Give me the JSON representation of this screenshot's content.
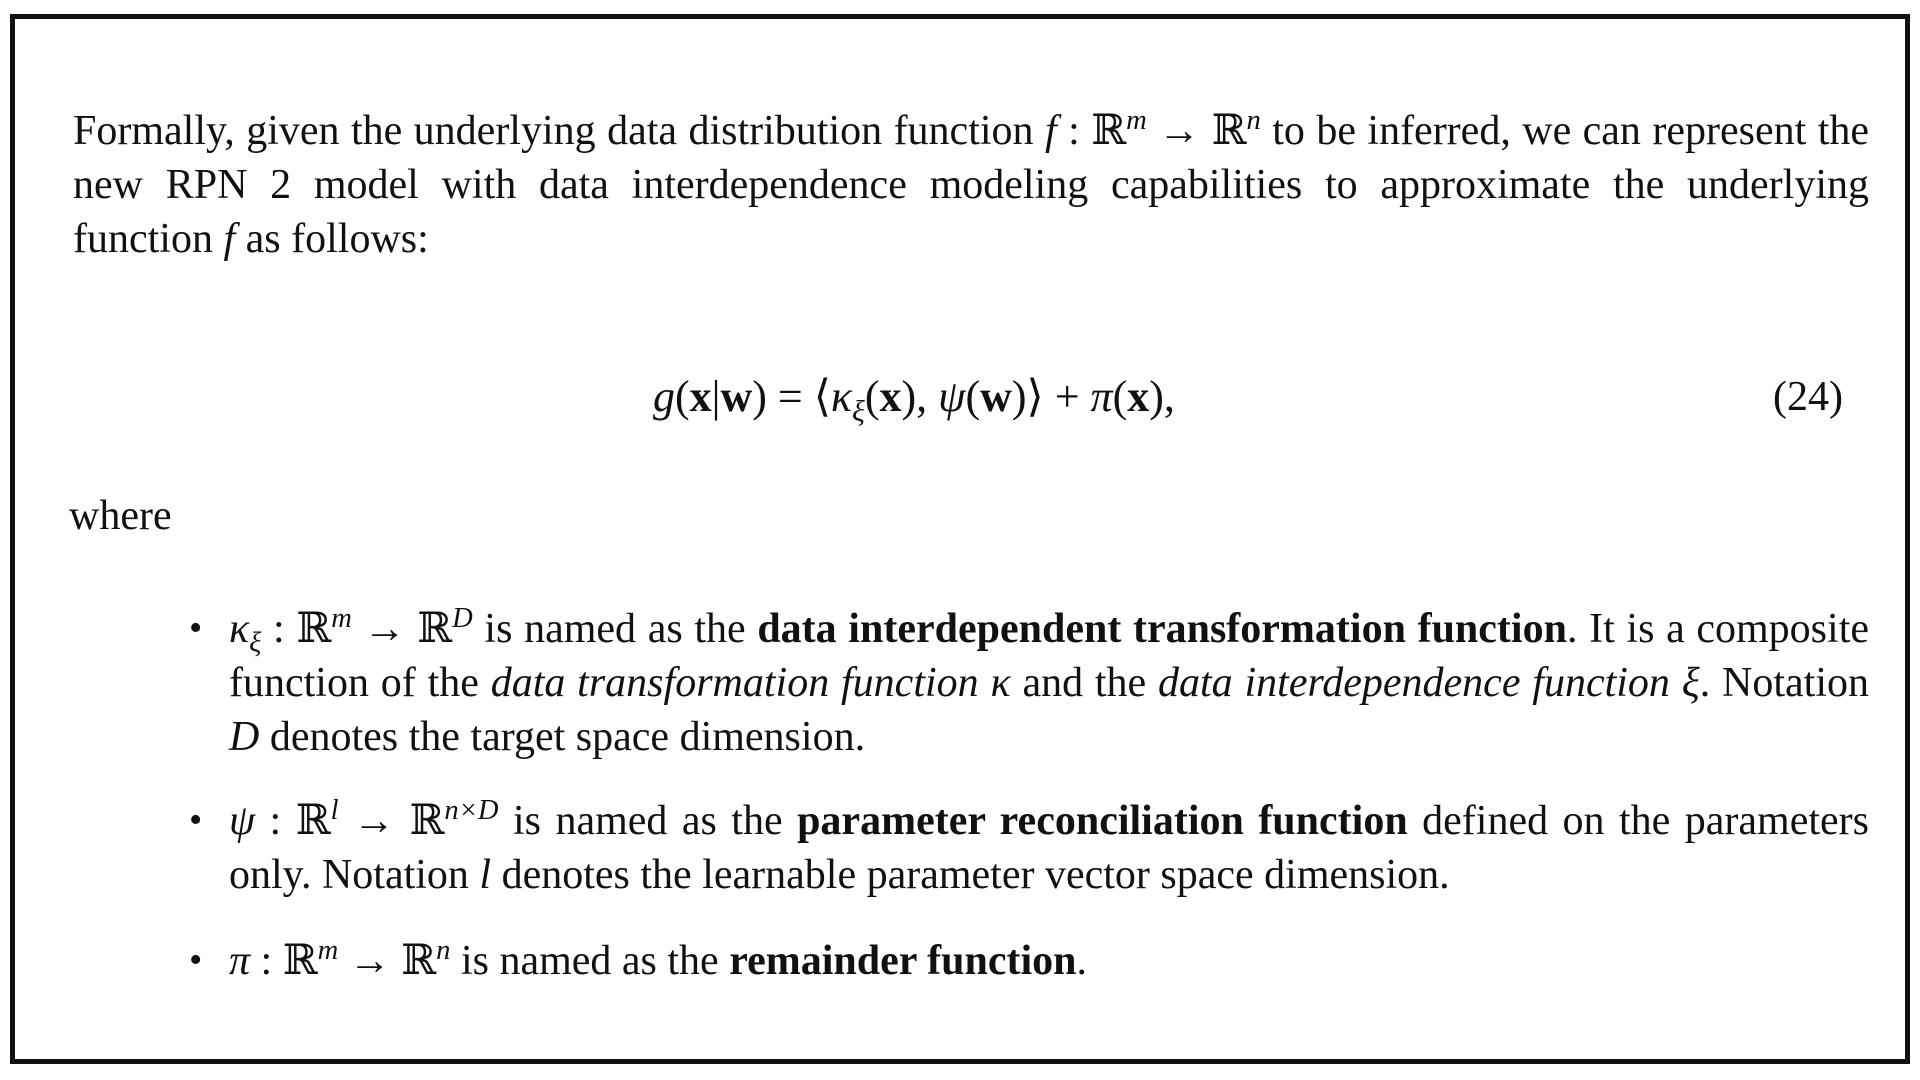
{
  "paragraph": {
    "text_1": "Formally, given the underlying data distribution function ",
    "math_f": "f",
    "math_colon": " : ",
    "math_Rm_base": "ℝ",
    "math_Rm_exp": "m",
    "math_arrow": " → ",
    "math_Rn_base": "ℝ",
    "math_Rn_exp": "n",
    "text_2": " to be inferred, we can represent the new RPN 2 model with data interdependence modeling capabilities to approximate the underlying function ",
    "math_f2": "f",
    "text_3": " as follows:"
  },
  "equation": {
    "g": "g",
    "open_paren": "(",
    "x": "x",
    "bar": "|",
    "w": "w",
    "close_eq": ") = ⟨",
    "kappa": "κ",
    "xi_sub": "ξ",
    "open2": "(",
    "x2": "x",
    "close2": "), ",
    "psi": "ψ",
    "open3": "(",
    "w2": "w",
    "close3": ")⟩ + ",
    "pi": "π",
    "open4": "(",
    "x3": "x",
    "close4": "),",
    "number": "(24)"
  },
  "where_label": "where",
  "bullets": [
    {
      "marker": "•",
      "sym": "κ",
      "sym_sub": "ξ",
      "colon": " : ",
      "dom": "ℝ",
      "dom_exp": "m",
      "arrow": " → ",
      "cod": "ℝ",
      "cod_exp": "D",
      "text_a": " is named as the ",
      "bold": "data interdependent transformation function",
      "text_b": ". It is a composite function of the ",
      "ital_1": "data transformation function",
      "sym2": " κ",
      "text_c": " and the ",
      "ital_2": "data interdependence function",
      "sym3": " ξ",
      "text_d": ". Notation ",
      "sym4": "D",
      "text_e": " denotes the target space dimension."
    },
    {
      "marker": "•",
      "sym": "ψ",
      "colon": " : ",
      "dom": "ℝ",
      "dom_exp": "l",
      "arrow": " → ",
      "cod": "ℝ",
      "cod_exp": "n×D",
      "text_a": " is named as the ",
      "bold": "parameter reconciliation function",
      "text_b": " defined on the parameters only. Notation ",
      "sym2": "l",
      "text_c": " denotes the learnable parameter vector space dimension."
    },
    {
      "marker": "•",
      "sym": "π",
      "colon": " : ",
      "dom": "ℝ",
      "dom_exp": "m",
      "arrow": " → ",
      "cod": "ℝ",
      "cod_exp": "n",
      "text_a": " is named as the ",
      "bold": "remainder function",
      "text_b": "."
    }
  ]
}
